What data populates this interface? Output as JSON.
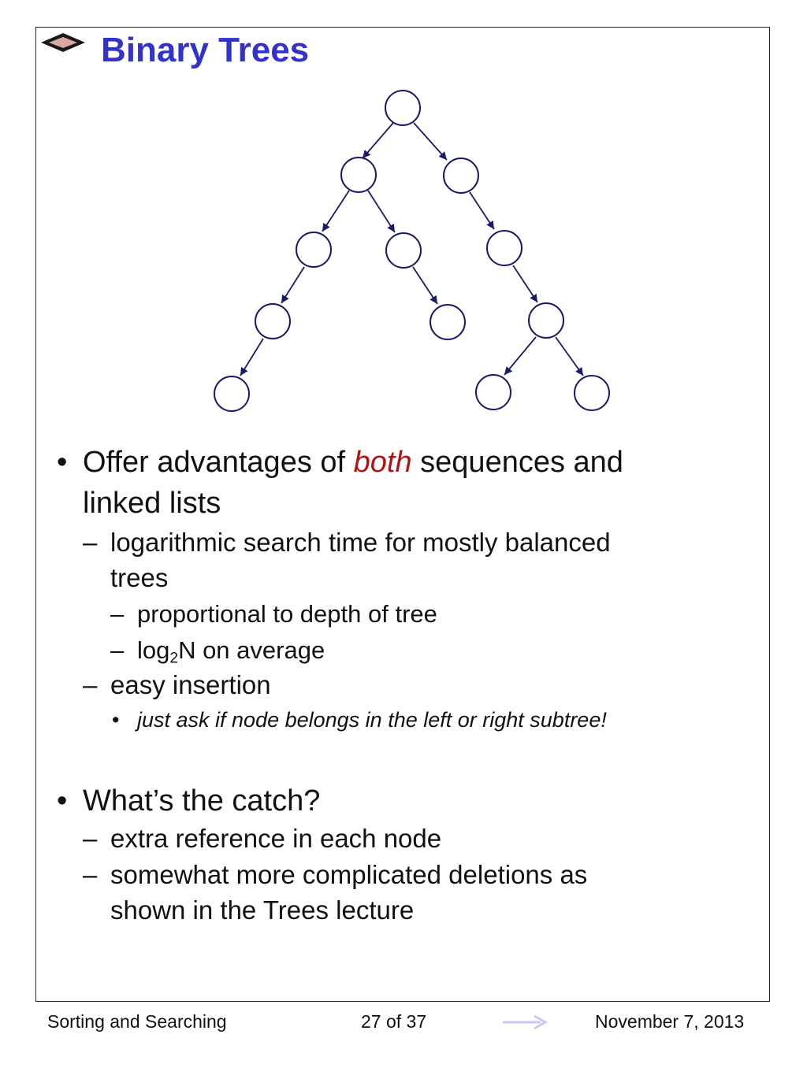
{
  "slide": {
    "title": "Binary Trees",
    "title_icon": "diamond-bullet-icon",
    "colors": {
      "title": "#3333cc",
      "emphasis": "#b01515",
      "tree": "#1a1a66",
      "footer_arrow": "#c8c8f0"
    }
  },
  "bullets": [
    {
      "marker": "•",
      "text_before": "Offer advantages of ",
      "emphasis": "both",
      "text_after": " sequences and",
      "continuation": "linked lists"
    },
    {
      "marker": "–",
      "text": "logarithmic search time for mostly balanced",
      "continuation": "trees"
    },
    {
      "marker": "–",
      "text": "proportional to depth of tree"
    },
    {
      "marker": "–",
      "text_pre": "log",
      "subscript": "2",
      "text_post": "N on average"
    },
    {
      "marker": "–",
      "text": "easy insertion"
    },
    {
      "marker": "•",
      "text": "just ask if node belongs in the left or right subtree!"
    },
    {
      "marker": "•",
      "text": "What’s the catch?"
    },
    {
      "marker": "–",
      "text": "extra reference in each node"
    },
    {
      "marker": "–",
      "text": "somewhat more complicated deletions as",
      "continuation": "shown in the Trees lecture"
    }
  ],
  "footer": {
    "course": "Sorting and Searching",
    "page": "27 of 37",
    "next_icon": "arrow-right-icon",
    "date": "November 7, 2013"
  }
}
